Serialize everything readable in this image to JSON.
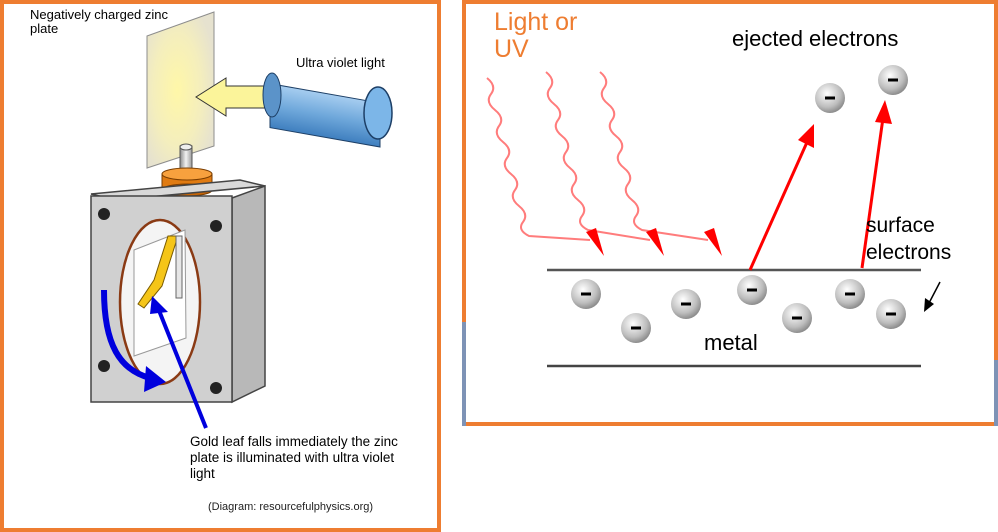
{
  "left_panel": {
    "negative_plate_label": "Negatively charged zinc plate",
    "uv_light_label": "Ultra violet light",
    "gold_leaf_label": "Gold leaf falls immediately the zinc plate is illuminated with ultra violet light",
    "credit": "(Diagram: resourcefulphysics.org)"
  },
  "right_panel": {
    "light_label": "Light or UV",
    "ejected_label": "ejected electrons",
    "surface_label": "surface electrons",
    "metal_label": "metal",
    "electron_symbol": "−"
  },
  "colors": {
    "border": "#ee7d31",
    "light_text": "#ee7d31",
    "photon_wave": "#ff7c7c",
    "arrow_red": "#ff0000",
    "blue_arrow": "#0000dd"
  }
}
